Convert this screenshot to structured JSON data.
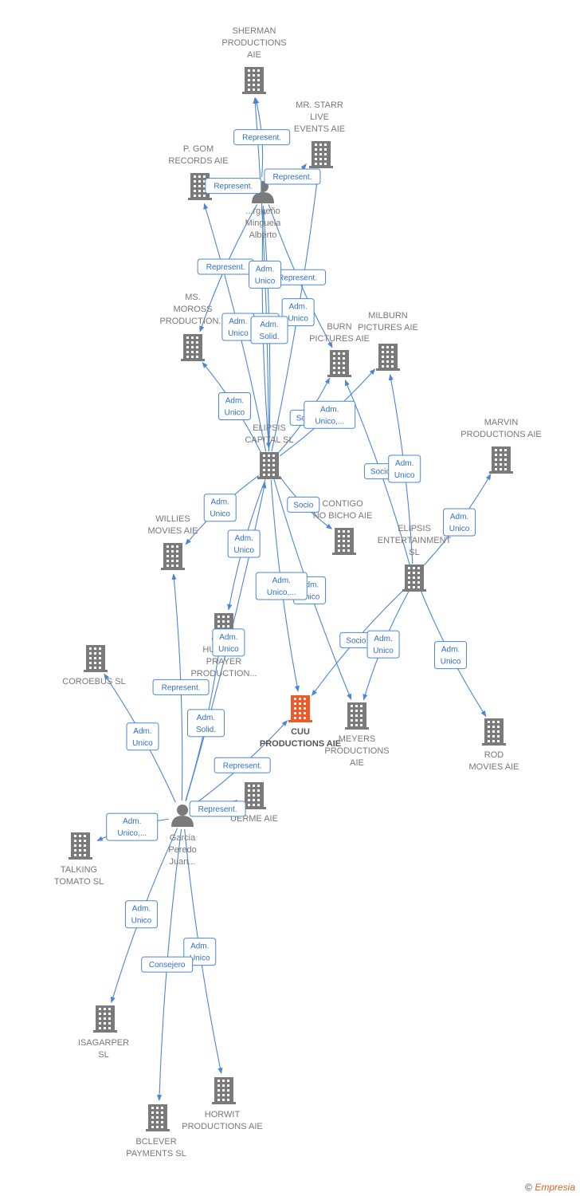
{
  "colors": {
    "edge": "#4a86d8",
    "company": "#7a7a7a",
    "focus": "#f05a28",
    "person": "#7a7a7a"
  },
  "copyright": {
    "symbol": "©",
    "brand": "Empresia"
  },
  "nodes": [
    {
      "id": "sherman",
      "kind": "company",
      "lines": [
        "SHERMAN",
        "PRODUCTIONS",
        "AIE"
      ]
    },
    {
      "id": "mrstarr",
      "kind": "company",
      "lines": [
        "MR. STARR",
        "LIVE",
        "EVENTS AIE"
      ]
    },
    {
      "id": "pgom",
      "kind": "company",
      "lines": [
        "P. GOM",
        "RECORDS AIE"
      ]
    },
    {
      "id": "alberto",
      "kind": "person",
      "lines": [
        "...rgueño",
        "Minguela",
        "Alberto"
      ]
    },
    {
      "id": "msmoross",
      "kind": "company",
      "lines": [
        "MS.",
        "MOROSS",
        "PRODUCTION..."
      ]
    },
    {
      "id": "burn",
      "kind": "company",
      "lines": [
        "BURN",
        "PICTURES AIE"
      ]
    },
    {
      "id": "milburn",
      "kind": "company",
      "lines": [
        "MILBURN",
        "PICTURES AIE"
      ]
    },
    {
      "id": "elipsis_cap",
      "kind": "company",
      "lines": [
        "ELIPSIS",
        "CAPITAL SL"
      ]
    },
    {
      "id": "marvin",
      "kind": "company",
      "lines": [
        "MARVIN",
        "PRODUCTIONS AIE"
      ]
    },
    {
      "id": "willies",
      "kind": "company",
      "lines": [
        "WILLIES",
        "MOVIES AIE"
      ]
    },
    {
      "id": "contigo",
      "kind": "company",
      "lines": [
        "CONTIGO",
        "NO BICHO AIE"
      ]
    },
    {
      "id": "elipsis_ent",
      "kind": "company",
      "lines": [
        "ELIPSIS",
        "ENTERTAINMENT",
        "SL"
      ]
    },
    {
      "id": "hunters",
      "kind": "company",
      "lines": [
        "HUNTERS",
        "PRAYER",
        "PRODUCTION..."
      ]
    },
    {
      "id": "coroebus",
      "kind": "company",
      "lines": [
        "COROEBUS SL"
      ]
    },
    {
      "id": "cuu",
      "kind": "focus",
      "lines": [
        "CUU",
        "PRODUCTIONS AIE"
      ]
    },
    {
      "id": "meyers",
      "kind": "company",
      "lines": [
        "MEYERS",
        "PRODUCTIONS",
        "AIE"
      ]
    },
    {
      "id": "rod",
      "kind": "company",
      "lines": [
        "ROD",
        "MOVIES AIE"
      ]
    },
    {
      "id": "uerme",
      "kind": "company",
      "lines": [
        "UERME AIE"
      ]
    },
    {
      "id": "garcia",
      "kind": "person",
      "lines": [
        "Garcia",
        "Peredo",
        "Juan..."
      ]
    },
    {
      "id": "talking",
      "kind": "company",
      "lines": [
        "TALKING",
        "TOMATO SL"
      ]
    },
    {
      "id": "isagarper",
      "kind": "company",
      "lines": [
        "ISAGARPER",
        "SL"
      ]
    },
    {
      "id": "horwit",
      "kind": "company",
      "lines": [
        "HORWIT",
        "PRODUCTIONS AIE"
      ]
    },
    {
      "id": "bclever",
      "kind": "company",
      "lines": [
        "BCLEVER",
        "PAYMENTS SL"
      ]
    }
  ],
  "edges": [
    {
      "from": "alberto",
      "to": "sherman",
      "lines": [
        "Represent."
      ]
    },
    {
      "from": "alberto",
      "to": "mrstarr",
      "lines": [
        "Represent."
      ]
    },
    {
      "from": "alberto",
      "to": "pgom",
      "lines": [
        "Represent."
      ]
    },
    {
      "from": "alberto",
      "to": "elipsis_cap",
      "lines": [
        "Adm.",
        "Unico"
      ]
    },
    {
      "from": "alberto",
      "to": "msmoross",
      "lines": [
        "Represent."
      ]
    },
    {
      "from": "alberto",
      "to": "burn",
      "lines": [
        "Represent."
      ]
    },
    {
      "from": "elipsis_cap",
      "to": "sherman",
      "lines": [
        "Adm.",
        "Unico"
      ]
    },
    {
      "from": "elipsis_cap",
      "to": "mrstarr",
      "lines": [
        "Adm.",
        "Unico"
      ]
    },
    {
      "from": "elipsis_cap",
      "to": "pgom",
      "lines": [
        "Adm.",
        "Unico"
      ]
    },
    {
      "from": "elipsis_cap",
      "to": "alberto",
      "lines": [
        "Adm.",
        "Solid."
      ]
    },
    {
      "from": "elipsis_cap",
      "to": "msmoross",
      "lines": [
        "Adm.",
        "Unico"
      ]
    },
    {
      "from": "elipsis_cap",
      "to": "burn",
      "lines": [
        "Socio"
      ]
    },
    {
      "from": "elipsis_cap",
      "to": "milburn",
      "lines": [
        "Adm.",
        "Unico,..."
      ]
    },
    {
      "from": "elipsis_ent",
      "to": "burn",
      "lines": [
        "Socio"
      ]
    },
    {
      "from": "elipsis_ent",
      "to": "milburn",
      "lines": [
        "Adm.",
        "Unico"
      ]
    },
    {
      "from": "elipsis_ent",
      "to": "marvin",
      "lines": [
        "Adm.",
        "Unico"
      ]
    },
    {
      "from": "elipsis_cap",
      "to": "willies",
      "lines": [
        "Adm.",
        "Unico"
      ]
    },
    {
      "from": "elipsis_cap",
      "to": "hunters",
      "lines": [
        "Adm.",
        "Unico"
      ]
    },
    {
      "from": "elipsis_cap",
      "to": "meyers",
      "lines": [
        "Adm.",
        "Unico"
      ]
    },
    {
      "from": "elipsis_cap",
      "to": "cuu",
      "lines": [
        "Adm.",
        "Unico,..."
      ]
    },
    {
      "from": "elipsis_cap",
      "to": "contigo",
      "lines": [
        "Socio"
      ]
    },
    {
      "from": "elipsis_ent",
      "to": "cuu",
      "lines": [
        "Socio"
      ]
    },
    {
      "from": "elipsis_ent",
      "to": "meyers",
      "lines": [
        "Adm.",
        "Unico"
      ]
    },
    {
      "from": "elipsis_ent",
      "to": "rod",
      "lines": [
        "Adm.",
        "Unico"
      ]
    },
    {
      "from": "garcia",
      "to": "hunters",
      "lines": [
        "Adm.",
        "Solid."
      ]
    },
    {
      "from": "garcia",
      "to": "elipsis_cap",
      "lines": [
        "Adm.",
        "Unico"
      ]
    },
    {
      "from": "garcia",
      "to": "willies",
      "lines": [
        "Represent."
      ]
    },
    {
      "from": "garcia",
      "to": "coroebus",
      "lines": [
        "Adm.",
        "Unico"
      ]
    },
    {
      "from": "garcia",
      "to": "uerme",
      "lines": [
        "Represent."
      ]
    },
    {
      "from": "garcia",
      "to": "cuu",
      "lines": [
        "Represent."
      ]
    },
    {
      "from": "garcia",
      "to": "talking",
      "lines": [
        "Adm.",
        "Unico,..."
      ]
    },
    {
      "from": "garcia",
      "to": "isagarper",
      "lines": [
        "Adm.",
        "Unico"
      ]
    },
    {
      "from": "garcia",
      "to": "horwit",
      "lines": [
        "Adm.",
        "Unico"
      ]
    },
    {
      "from": "garcia",
      "to": "bclever",
      "lines": [
        "Consejero"
      ]
    }
  ]
}
